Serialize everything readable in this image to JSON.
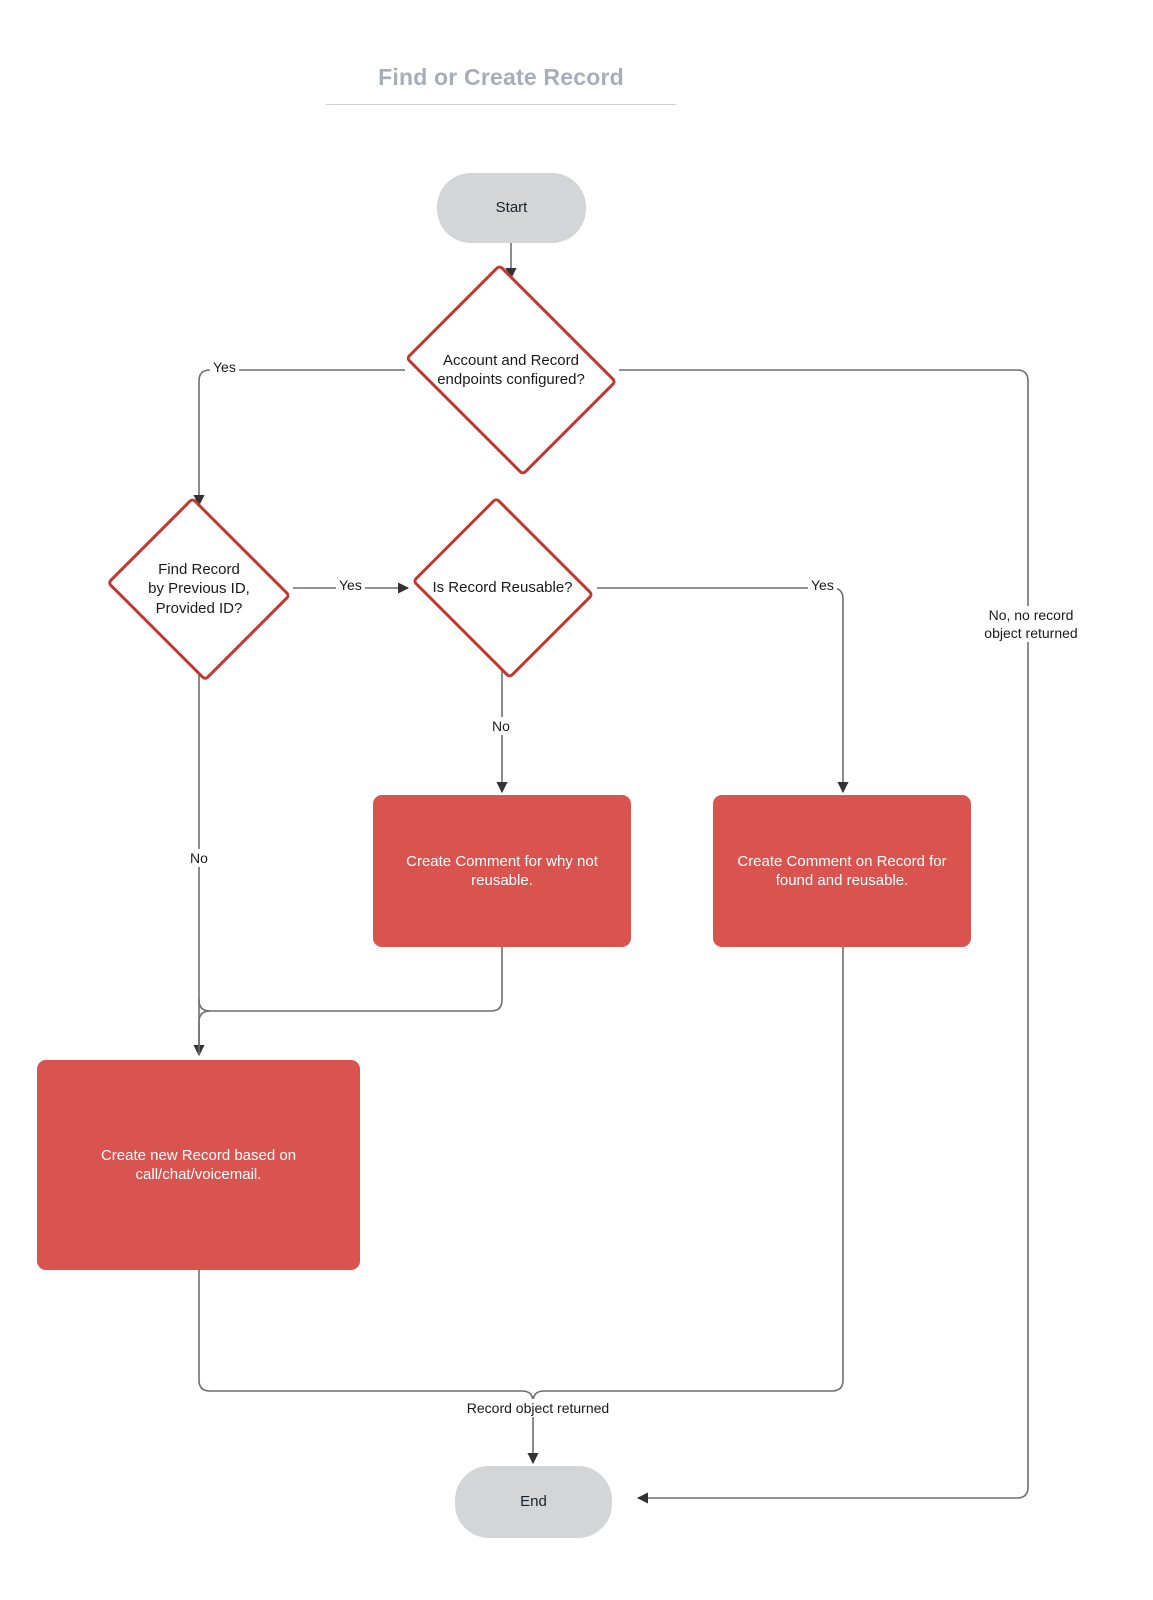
{
  "title": "Find or Create Record",
  "colors": {
    "title": "#a7adba",
    "terminator_fill": "#d4d5d7",
    "decision_stroke": "#c0392f",
    "process_fill": "#d9534f",
    "edge_stroke": "#6f6f6f",
    "text_dark": "#1a1a1a",
    "text_light": "#ffffff"
  },
  "nodes": {
    "start": {
      "label": "Start",
      "type": "terminator"
    },
    "decision_endpoints": {
      "label": "Account and Record\nendpoints configured?",
      "type": "decision"
    },
    "decision_find_record": {
      "label": "Find Record\nby Previous ID,\nProvided ID?",
      "type": "decision"
    },
    "decision_reusable": {
      "label": "Is Record Reusable?",
      "type": "decision"
    },
    "process_comment_not_reusable": {
      "label": "Create Comment for why not\nreusable.",
      "type": "process"
    },
    "process_comment_found_reusable": {
      "label": "Create Comment on Record for\nfound and reusable.",
      "type": "process"
    },
    "process_create_new_record": {
      "label": "Create new Record based on\ncall/chat/voicemail.",
      "type": "process"
    },
    "end": {
      "label": "End",
      "type": "terminator"
    }
  },
  "edge_labels": {
    "endpoints_yes": "Yes",
    "endpoints_no": "No, no record\nobject returned",
    "find_record_yes": "Yes",
    "find_record_no": "No",
    "reusable_yes": "Yes",
    "reusable_no": "No",
    "record_returned": "Record object returned"
  }
}
